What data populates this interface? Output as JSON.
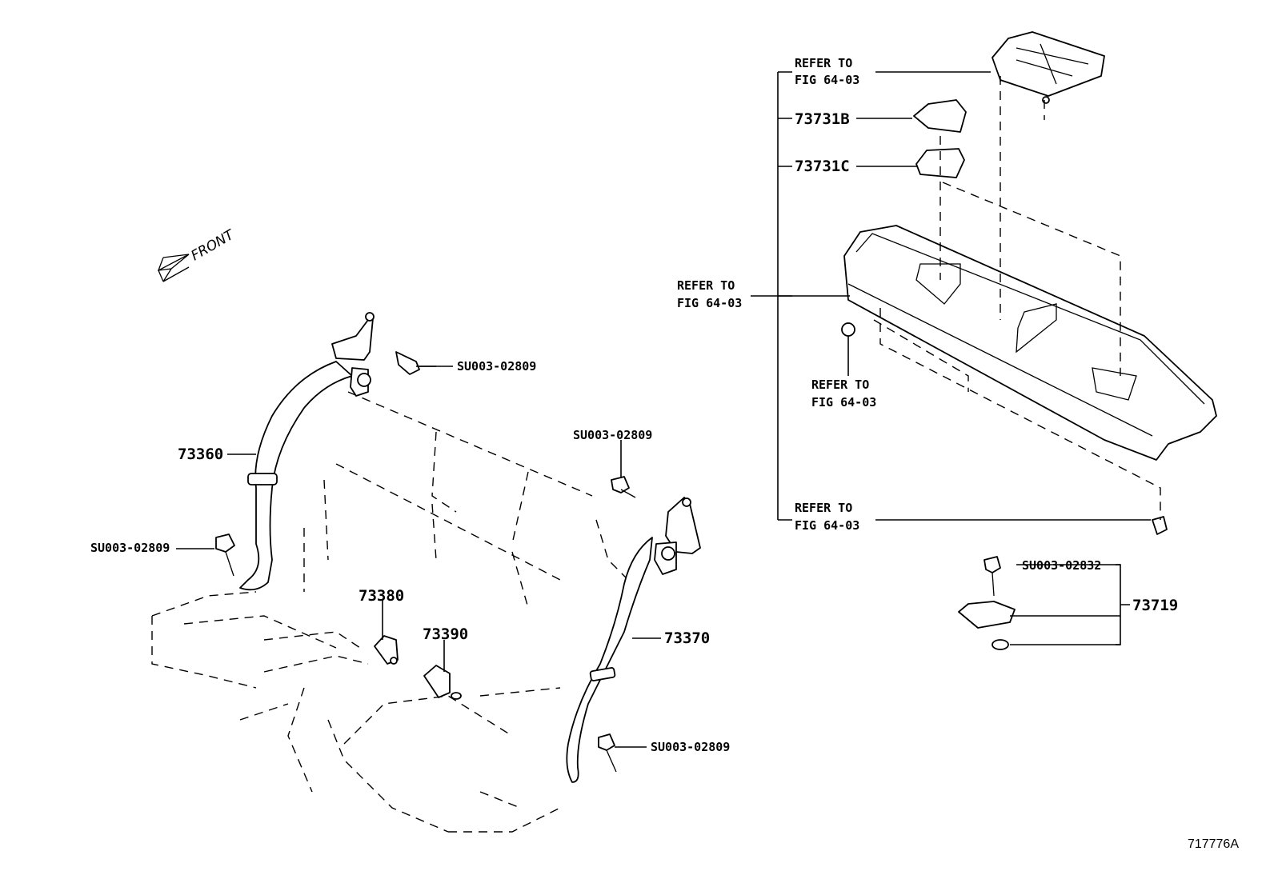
{
  "front_label": "FRONT",
  "refer_to": {
    "line1": "REFER TO",
    "line2": "FIG 64-03"
  },
  "part_numbers": {
    "p73360": "73360",
    "p73370": "73370",
    "p73380": "73380",
    "p73390": "73390",
    "p73731B": "73731B",
    "p73731C": "73731C",
    "p73719": "73719"
  },
  "fasteners": {
    "bolt_02809": "SU003-02809",
    "bolt_02832": "SU003-02832"
  },
  "illustration_id": "717776A"
}
